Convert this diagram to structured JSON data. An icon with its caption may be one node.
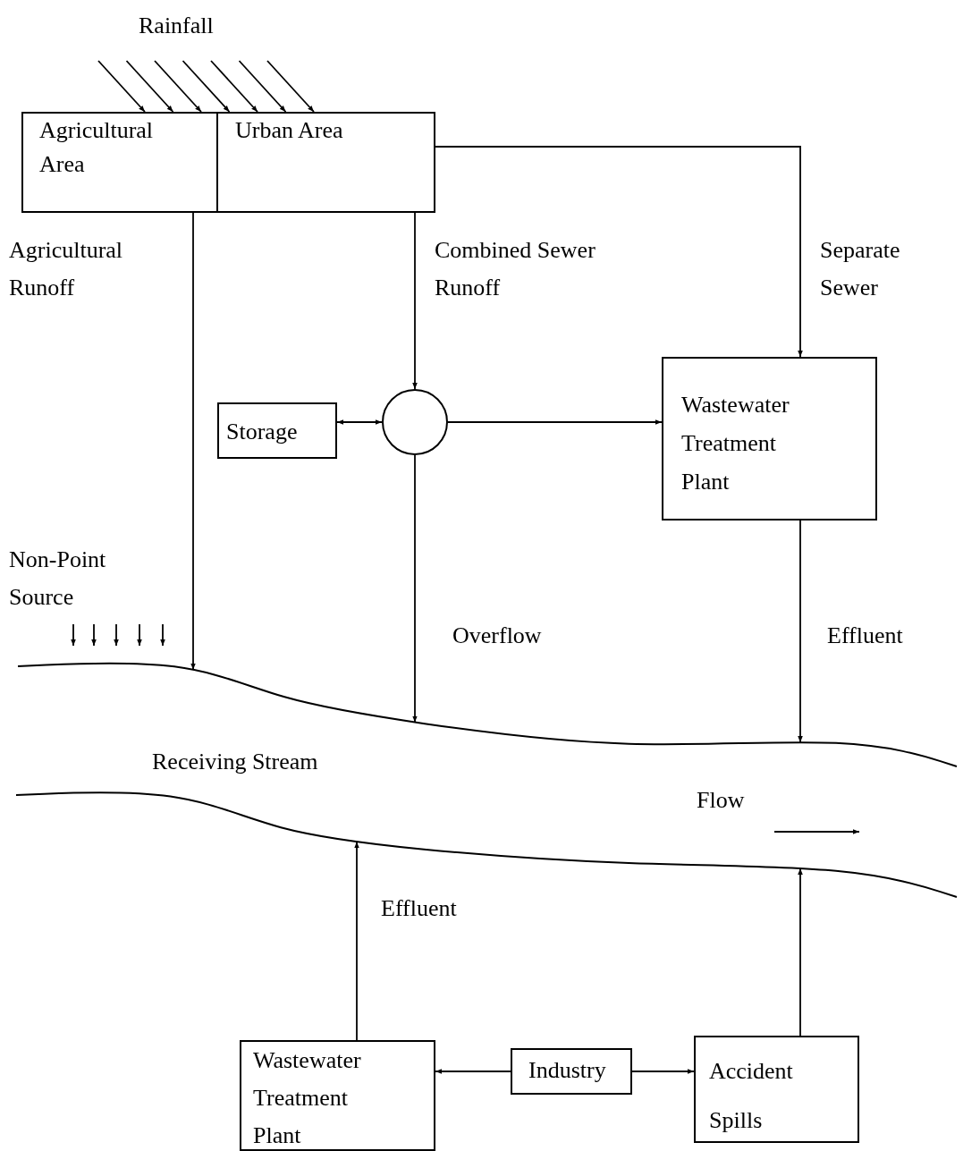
{
  "diagram": {
    "nodes": [
      {
        "text": [
          "Agricultural Area"
        ]
      },
      {
        "text": [
          "Urban Area"
        ]
      },
      {
        "text": [
          "Storage"
        ]
      },
      {
        "text": [],
        "shape": "circle"
      },
      {
        "text": [
          "Wastewater Treatment Plant"
        ]
      },
      {
        "text": [
          "Receiving Stream"
        ]
      },
      {
        "text": [
          "Wastewater Treatment Plant"
        ]
      },
      {
        "text": [
          "Industry"
        ]
      },
      {
        "text": [
          "Accident Spills"
        ]
      }
    ],
    "edges": [
      {
        "from": 0,
        "to": 5,
        "arrow": "to",
        "label": "Agricultural Runoff"
      },
      {
        "from": 1,
        "to": 3,
        "arrow": "to",
        "label": "Combined Sewer Runoff"
      },
      {
        "from": 1,
        "to": 4,
        "arrow": "to",
        "label": "Separate Sewer"
      },
      {
        "from": 3,
        "to": 2,
        "arrow": "both"
      },
      {
        "from": 3,
        "to": 4,
        "arrow": "to"
      },
      {
        "from": 3,
        "to": 5,
        "arrow": "to",
        "label": "Overflow"
      },
      {
        "from": 4,
        "to": 5,
        "arrow": "to",
        "label": "Effluent"
      },
      {
        "from": 6,
        "to": 5,
        "arrow": "to",
        "label": "Effluent"
      },
      {
        "from": 7,
        "to": 6,
        "arrow": "to"
      },
      {
        "from": 7,
        "to": 8,
        "arrow": "to"
      },
      {
        "from": 8,
        "to": 5,
        "arrow": "to"
      },
      {
        "from": null,
        "to": 0,
        "arrow": "to"
      },
      {
        "from": null,
        "to": 0,
        "arrow": "to"
      },
      {
        "from": null,
        "to": 0,
        "arrow": "to"
      },
      {
        "from": null,
        "to": 1,
        "arrow": "to"
      },
      {
        "from": null,
        "to": 1,
        "arrow": "to"
      },
      {
        "from": null,
        "to": 1,
        "arrow": "to"
      },
      {
        "from": null,
        "to": 1,
        "arrow": "to"
      }
    ],
    "labels": [
      "Rainfall",
      "Non-Point Source",
      "Flow"
    ]
  }
}
